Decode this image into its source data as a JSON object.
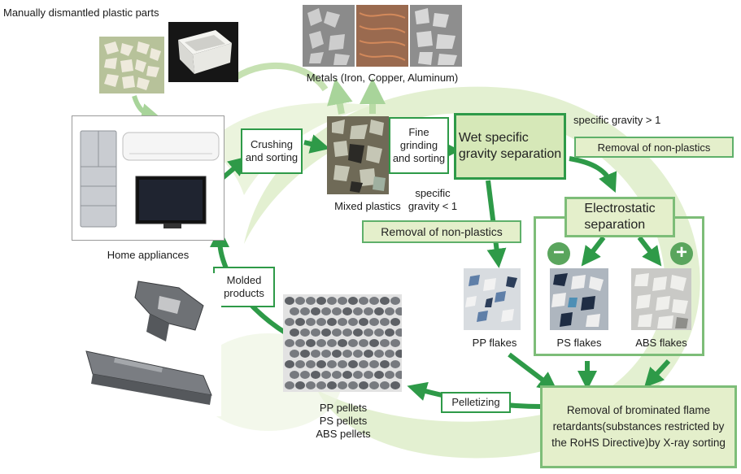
{
  "labels": {
    "manual_parts": "Manually dismantled plastic parts",
    "metals": "Metals (Iron, Copper, Aluminum)",
    "home_appliances": "Home appliances",
    "mixed_plastics": "Mixed plastics",
    "crushing": "Crushing\nand sorting",
    "fine_grinding": "Fine\ngrinding\nand sorting",
    "wet_gravity": "Wet specific\ngravity separation",
    "sg_gt1": "specific gravity > 1",
    "sg_lt1": "specific\ngravity < 1",
    "removal_right": "Removal of non-plastics",
    "removal_left": "Removal of non-plastics",
    "electrostatic": "Electrostatic\nseparation",
    "minus": "−",
    "plus": "+",
    "pp_flakes": "PP flakes",
    "ps_flakes": "PS flakes",
    "abs_flakes": "ABS flakes",
    "molded": "Molded\nproducts",
    "pelletizing": "Pelletizing",
    "pellets": "PP pellets\nPS pellets\nABS pellets",
    "bfr_removal": "Removal of brominated flame\nretardants(substances restricted by\nthe RoHS Directive)by X-ray sorting"
  },
  "colors": {
    "accent_green": "#2e9a48",
    "light_green": "#e4efcb",
    "swoosh": "#d9ebc2",
    "arrow_light": "#c7e2a8"
  }
}
